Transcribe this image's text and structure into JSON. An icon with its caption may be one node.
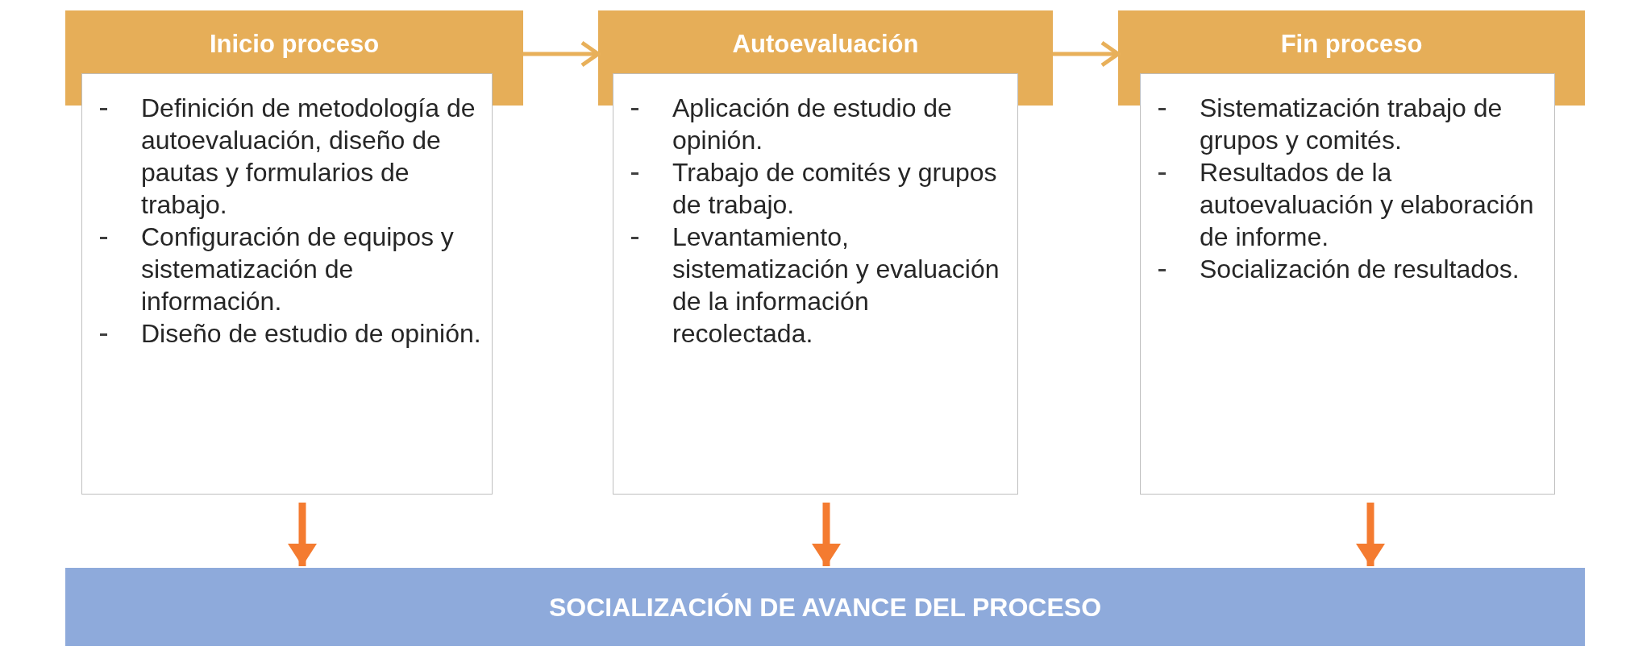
{
  "diagram": {
    "nodes": [
      {
        "text": [
          "Inicio proceso"
        ]
      },
      {
        "text": [
          "Definición de metodología de autoevaluación, diseño de pautas y formularios de trabajo.",
          "Configuración de equipos y sistematización de información.",
          "Diseño de estudio de opinión."
        ]
      },
      {
        "text": [
          "Autoevaluación"
        ]
      },
      {
        "text": [
          "Aplicación de estudio de opinión.",
          "Trabajo de comités y grupos de trabajo.",
          "Levantamiento, sistematización y evaluación de la información recolectada."
        ]
      },
      {
        "text": [
          "Fin proceso"
        ]
      },
      {
        "text": [
          "Sistematización trabajo de grupos y comités.",
          "Resultados de la autoevaluación y elaboración de informe.",
          "Socialización de resultados."
        ]
      },
      {
        "text": [
          "SOCIALIZACIÓN DE AVANCE DEL PROCESO"
        ]
      }
    ],
    "edges": [
      {
        "from": 0,
        "to": 2,
        "arrow": "to",
        "color": "#e8b05a"
      },
      {
        "from": 2,
        "to": 4,
        "arrow": "to",
        "color": "#e8b05a"
      },
      {
        "from": 1,
        "to": 6,
        "arrow": "to"
      },
      {
        "from": 3,
        "to": 6,
        "arrow": "to"
      },
      {
        "from": 5,
        "to": 6,
        "arrow": "to"
      }
    ]
  }
}
